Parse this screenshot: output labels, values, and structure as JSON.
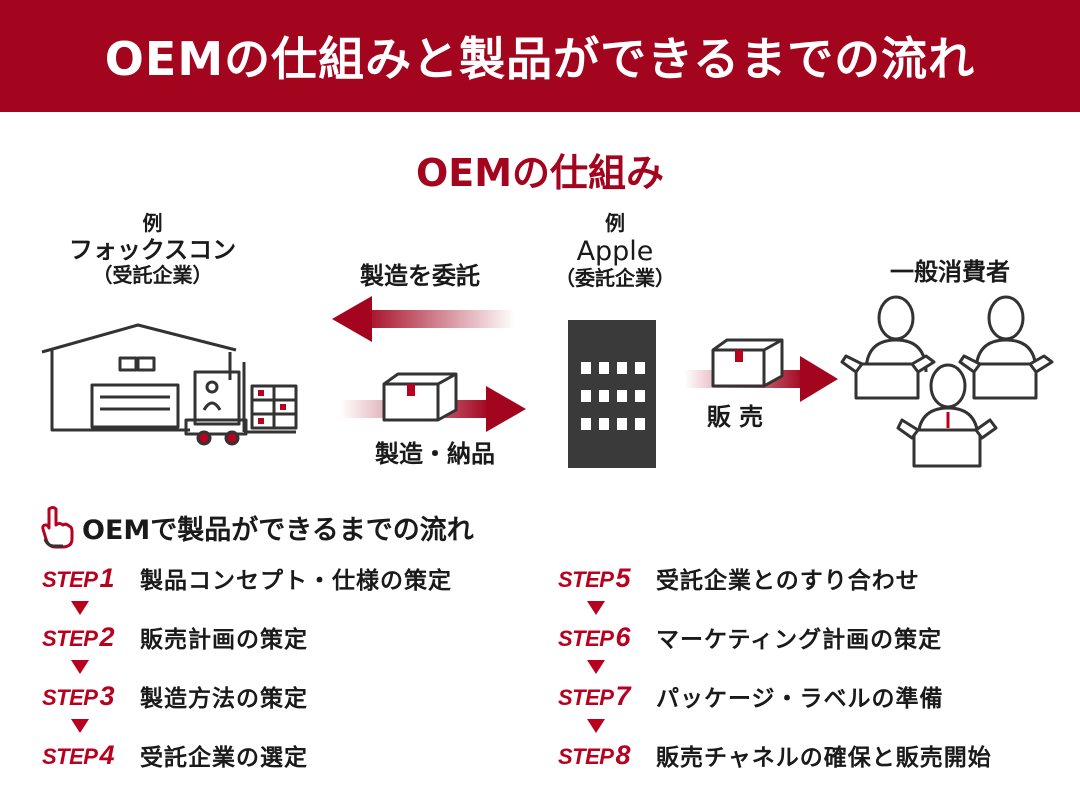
{
  "header": {
    "title": "OEMの仕組みと製品ができるまでの流れ"
  },
  "diagram": {
    "title": "OEMの仕組み",
    "left_party": {
      "example": "例",
      "name": "フォックスコン",
      "role": "（受託企業）"
    },
    "center_party": {
      "example": "例",
      "name": "Apple",
      "role": "（委託企業）"
    },
    "right_party": {
      "name": "一般消費者"
    },
    "arrows": {
      "commission": "製造を委託",
      "manufacture_deliver": "製造・納品",
      "sale": "販 売"
    }
  },
  "flow": {
    "title": "OEMで製品ができるまでの流れ",
    "step_prefix": "STEP",
    "steps": [
      {
        "num": "1",
        "text": "製品コンセプト・仕様の策定"
      },
      {
        "num": "2",
        "text": "販売計画の策定"
      },
      {
        "num": "3",
        "text": "製造方法の策定"
      },
      {
        "num": "4",
        "text": "受託企業の選定"
      },
      {
        "num": "5",
        "text": "受託企業とのすり合わせ"
      },
      {
        "num": "6",
        "text": "マーケティング計画の策定"
      },
      {
        "num": "7",
        "text": "パッケージ・ラベルの準備"
      },
      {
        "num": "8",
        "text": "販売チャネルの確保と販売開始"
      }
    ]
  },
  "colors": {
    "brand_red": "#a3051f",
    "step_red": "#b8001f",
    "dark_gray": "#3a3a3a"
  },
  "icons": [
    "factory-icon",
    "forklift-icon",
    "building-icon",
    "box-icon",
    "consumer-icon",
    "pointing-hand-icon"
  ]
}
